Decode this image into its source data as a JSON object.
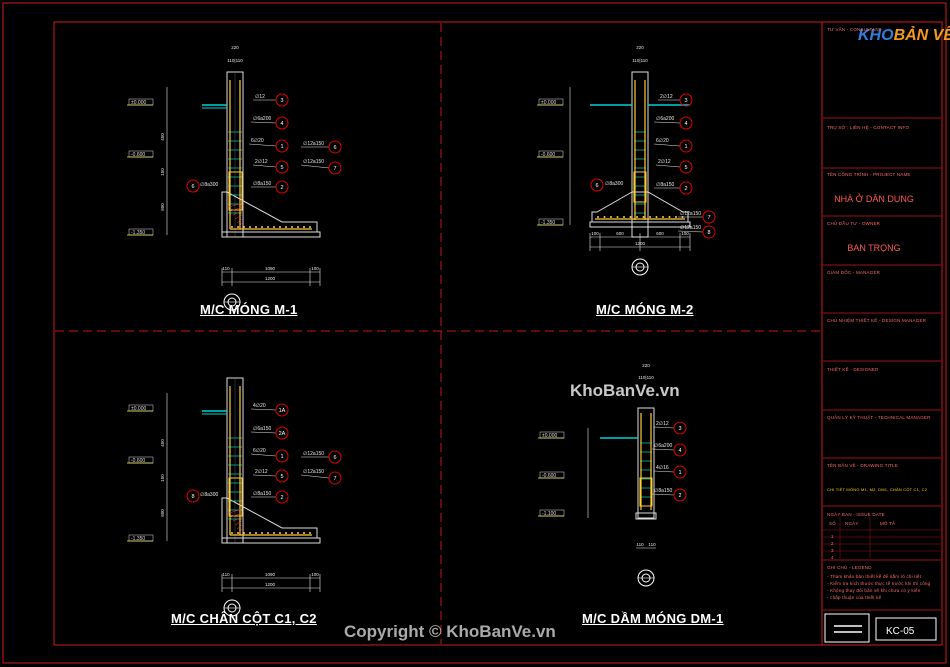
{
  "titles": {
    "m1": "M/C MÓNG M-1",
    "m2": "M/C MÓNG M-2",
    "c1c2": "M/C CHÂN CỘT C1, C2",
    "dm1": "M/C DẦM MÓNG DM-1"
  },
  "title_block": {
    "logo": {
      "part1": "KHO",
      "part2": "BẢN VẼ"
    },
    "owner_label": "TƯ VẤN - CONSULTANT",
    "address_label": "TRỤ SỞ : LIÊN HỆ - CONTACT INFO",
    "project_label": "TÊN CÔNG TRÌNH - PROJECT NAME",
    "project_value": "NHÀ Ở DÂN DỤNG",
    "investor_label": "CHỦ ĐẦU TƯ - OWNER",
    "investor_value": "BAN TRỌNG",
    "director_label": "GIÁM ĐỐC - MANAGER",
    "design_mgr_label": "CHỦ NHIỆM THIẾT KẾ - DESIGN MANAGER",
    "designer_label": "THIẾT KẾ - DESIGNED",
    "tech_mgr_label": "QUẢN LÝ KỸ THUẬT - TECHNICAL MANAGER",
    "drawing_title_label": "TÊN BẢN VẼ - DRAWING TITLE",
    "drawing_title_value": "CHI TIẾT MÓNG M1, M2, DM1, CHÂN CỘT C1, C2",
    "date_label": "NGÀY BAN - ISSUE DATE",
    "rev_headers": [
      "SỐ",
      "NGÀY",
      "MÔ TẢ"
    ],
    "rev_rows": [
      "1",
      "2",
      "3",
      "4"
    ],
    "notes_label": "GHI CHÚ - LEGEND",
    "notes": [
      "- Tham khảo bản thiết kế để nắm rõ chi tiết",
      "- Kiểm tra kích thước thực tế trước khi thi công",
      "- Không thay đổi bản vẽ khi chưa có ý kiến",
      "- chấp thuận của thiết kế"
    ],
    "sheet_no": "KC-05"
  },
  "labels": {
    "m1": [
      "220",
      "110|110",
      "±0.000",
      "-0.600",
      "-1.350",
      "∅12",
      "∅6a200",
      "6∅20",
      "2∅12",
      "∅12a150",
      "∅12a150",
      "∅8a300",
      "∅8a150",
      "110",
      "1090",
      "100",
      "1200",
      "450",
      "150",
      "600",
      "3",
      "4",
      "1",
      "5",
      "2",
      "6",
      "6",
      "7",
      "8"
    ],
    "m2": [
      "220",
      "110|110",
      "±0.000",
      "-0.600",
      "-1.350",
      "2∅12",
      "∅6a200",
      "6∅20",
      "2∅12",
      "∅8a150",
      "∅8a300",
      "∅12a150",
      "∅12a150",
      "100",
      "600",
      "600",
      "100",
      "1200",
      "3",
      "4",
      "1",
      "5",
      "2",
      "6",
      "7",
      "8"
    ],
    "c1c2": [
      "±0.000",
      "-0.600",
      "-1.350",
      "4∅20",
      "∅6a150",
      "6∅20",
      "∅12a150",
      "2∅12",
      "∅12a150",
      "∅8a300",
      "∅8a150",
      "110",
      "1090",
      "100",
      "1200",
      "1A",
      "2A",
      "1",
      "5",
      "2",
      "6",
      "7",
      "8"
    ],
    "dm1": [
      "220",
      "110|110",
      "±0.000",
      "-0.600",
      "-1.100",
      "2∅12",
      "∅6a200",
      "4∅16",
      "∅8a150",
      "3",
      "4",
      "1",
      "2",
      "110",
      "110"
    ]
  },
  "watermarks": {
    "mid": "KhoBanVe.vn",
    "bottom": "Copyright © KhoBanVe.vn"
  },
  "colors": {
    "frame": "#d01a1a",
    "divider": "#c01818",
    "concrete": "#dddddd",
    "rebar": "#ffcc33",
    "stirrup": "#00d2d2",
    "dims": "#e8e8e8",
    "callout": "#e00000",
    "level_marker": "#ffff00"
  }
}
